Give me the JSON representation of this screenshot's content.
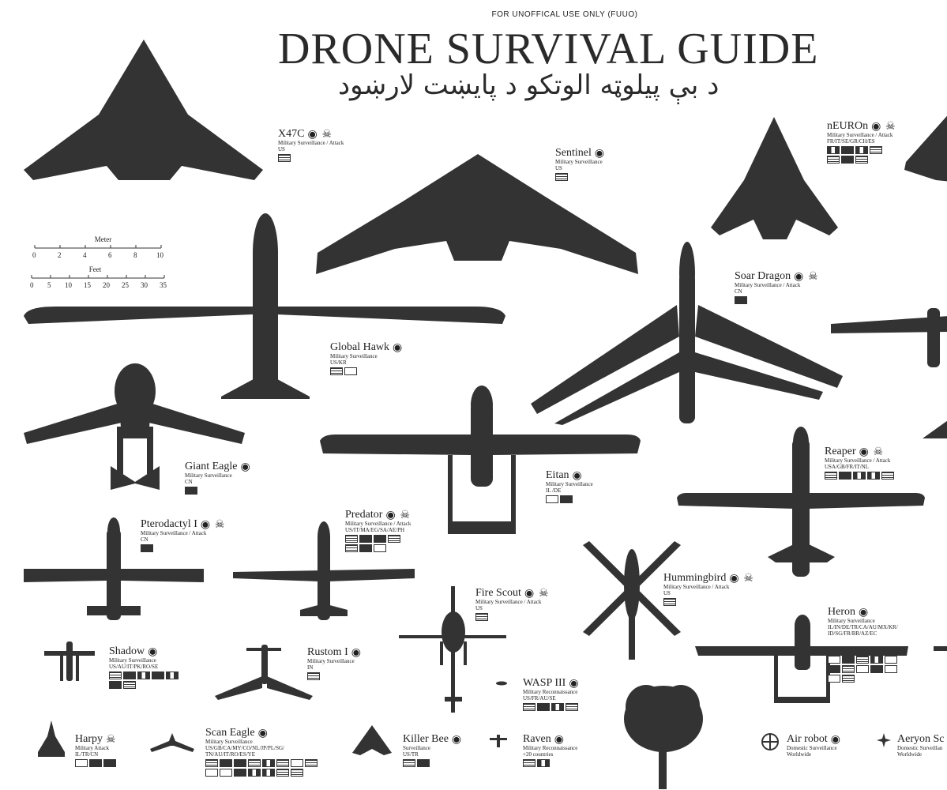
{
  "header": {
    "fuuo": "FOR UNOFFICAL USE ONLY (FUUO)",
    "title": "DRONE SURVIVAL GUIDE",
    "subtitle": "د بې پيلوټه الوتکو د پايښت لارښود"
  },
  "scale": {
    "meter_label": "Meter",
    "meter_ticks": [
      "0",
      "2",
      "4",
      "6",
      "8",
      "10"
    ],
    "feet_label": "Feet",
    "feet_ticks": [
      "0",
      "5",
      "10",
      "15",
      "20",
      "25",
      "30",
      "35"
    ]
  },
  "drones": [
    {
      "id": "x47c",
      "name": "X47C",
      "role": "Military Surveillance / Attack",
      "countries": "US",
      "icons": [
        "eye-icon",
        "skull-icon"
      ]
    },
    {
      "id": "sentinel",
      "name": "Sentinel",
      "role": "Military Surveillance",
      "countries": "US",
      "icons": [
        "eye-icon"
      ]
    },
    {
      "id": "neuron",
      "name": "nEUROn",
      "role": "Military Surveillance / Attack",
      "countries": "FR/IT/SE/GR/CH/ES",
      "icons": [
        "eye-icon",
        "skull-icon"
      ]
    },
    {
      "id": "soardragon",
      "name": "Soar Dragon",
      "role": "Military Surveillance / Attack",
      "countries": "CN",
      "icons": [
        "eye-icon",
        "skull-icon"
      ]
    },
    {
      "id": "globalhawk",
      "name": "Global Hawk",
      "role": "Military Surveillance",
      "countries": "US/KR",
      "icons": [
        "eye-icon"
      ]
    },
    {
      "id": "gianteagle",
      "name": "Giant Eagle",
      "role": "Military Surveillance",
      "countries": "CN",
      "icons": [
        "eye-icon"
      ]
    },
    {
      "id": "eitan",
      "name": "Eitan",
      "role": "Military Surveillance",
      "countries": "IL /DE",
      "icons": [
        "eye-icon"
      ]
    },
    {
      "id": "reaper",
      "name": "Reaper",
      "role": "Military Surveillance / Attack",
      "countries": "USA/GB/FR/IT/NL",
      "icons": [
        "eye-icon",
        "skull-icon"
      ]
    },
    {
      "id": "pterodactyl",
      "name": "Pterodactyl I",
      "role": "Military Surveillance / Attack",
      "countries": "CN",
      "icons": [
        "eye-icon",
        "skull-icon"
      ]
    },
    {
      "id": "predator",
      "name": "Predator",
      "role": "Military Surveillance / Attack",
      "countries": "US/IT/MA/EG/SA/AE/PH",
      "icons": [
        "eye-icon",
        "skull-icon"
      ]
    },
    {
      "id": "hummingbird",
      "name": "Hummingbird",
      "role": "Military Surveillance / Attack",
      "countries": "US",
      "icons": [
        "eye-icon",
        "skull-icon"
      ]
    },
    {
      "id": "firescout",
      "name": "Fire Scout",
      "role": "Military Surveillance / Attack",
      "countries": "US",
      "icons": [
        "eye-icon",
        "skull-icon"
      ]
    },
    {
      "id": "heron",
      "name": "Heron",
      "role": "Military Surveillance",
      "countries": "IL/IN/DE/TR/CA/AU/MX/KR/",
      "countries2": "ID/SG/FR/BR/AZ/EC",
      "icons": [
        "eye-icon"
      ]
    },
    {
      "id": "shadow",
      "name": "Shadow",
      "role": "Military Surveillance",
      "countries": "US/AU/IT/PK/RO/SE",
      "icons": [
        "eye-icon"
      ]
    },
    {
      "id": "rustom",
      "name": "Rustom I",
      "role": "Military Surveillance",
      "countries": "IN",
      "icons": [
        "eye-icon"
      ]
    },
    {
      "id": "wasp",
      "name": "WASP III",
      "role": "Military Reconnaissance",
      "countries": "US/FR/AU/SE",
      "icons": [
        "eye-icon"
      ]
    },
    {
      "id": "harpy",
      "name": "Harpy",
      "role": "Military Attack",
      "countries": "IL/TR/CN",
      "icons": [
        "skull-icon"
      ]
    },
    {
      "id": "scaneagle",
      "name": "Scan Eagle",
      "role": "Military Surveillance",
      "countries": "US/GB/CA/MY/CO/NL/JP/PL/SG/",
      "countries2": "TN/AU/IT/RO/ES/YE",
      "icons": [
        "eye-icon"
      ]
    },
    {
      "id": "killerbee",
      "name": "Killer Bee",
      "role": "Surveillance",
      "countries": "US/TR",
      "icons": [
        "eye-icon"
      ]
    },
    {
      "id": "raven",
      "name": "Raven",
      "role": "Military Reconnaissance",
      "countries": "+20 countries",
      "icons": [
        "eye-icon"
      ]
    },
    {
      "id": "airrobot",
      "name": "Air robot",
      "role": "Domestic Surveillance",
      "countries": "Worldwide",
      "icons": [
        "eye-icon"
      ]
    },
    {
      "id": "aeryon",
      "name": "Aeryon Sc",
      "role": "Domestic Surveillan",
      "countries": "Worldwide",
      "icons": []
    }
  ]
}
